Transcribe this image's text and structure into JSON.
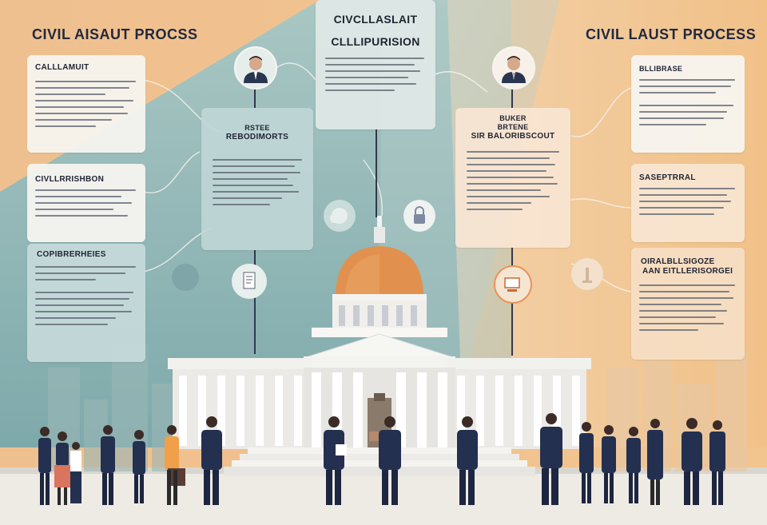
{
  "titles": {
    "left": "CIVIL AISAUT PROCSS",
    "right": "CIVIL LAUST PROCESS",
    "center_line1": "CIVCLLASLAIT",
    "center_line2": "CLLLIPURISION"
  },
  "cards": {
    "left_top": "CALLLAMUIT",
    "left_mid": "CIVLLRRISHBON",
    "left_low": "COPIBRERHEIES",
    "col2_line1": "RSTEE",
    "col2_line2": "REBODIMORTS",
    "col3_line1": "BUKER",
    "col3_line2": "BRTENE",
    "col3_line3": "SIR BALORIBSCOUT",
    "right_top": "BLLIBRASE",
    "right_mid": "SASEPTRRAL",
    "right_low_line1": "OIRALBLLSIGOZE",
    "right_low_line2": "AAN EITLLERISORGEI"
  },
  "colors": {
    "peach_bg": "#f0c28e",
    "teal_bg": "#8fb4b4",
    "navy": "#22293d",
    "dome_orange": "#e1914d"
  },
  "icons": [
    "portrait-icon",
    "document-icon",
    "lock-icon",
    "cloud-icon",
    "hand-icon",
    "gavel-icon",
    "scales-icon",
    "capitol-building"
  ]
}
